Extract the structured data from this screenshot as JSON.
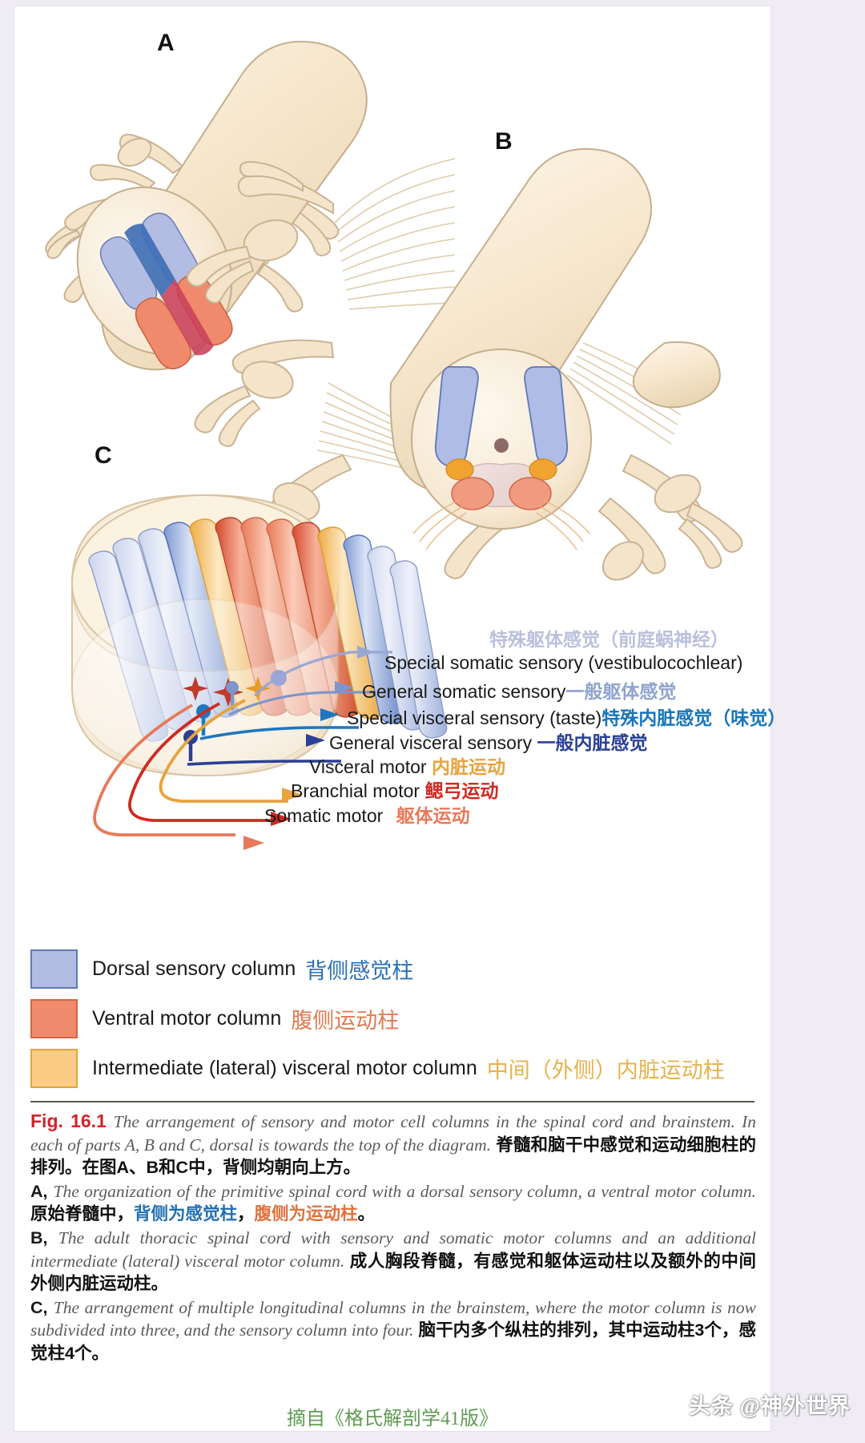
{
  "panels": [
    {
      "id": "A",
      "letter": "A"
    },
    {
      "id": "B",
      "letter": "B"
    },
    {
      "id": "C",
      "letter": "C"
    }
  ],
  "leader_labels": [
    {
      "cn_top": "特殊躯体感觉（前庭蜗神经）",
      "en": "Special somatic sensory (vestibulocochlear)",
      "cn": "",
      "color": "#9aa7d4",
      "arrow": "#9aa7d4"
    },
    {
      "cn_top": "",
      "en": "General somatic sensory",
      "cn": "一般躯体感觉",
      "color": "#7e95c9",
      "arrow": "#7e95c9"
    },
    {
      "cn_top": "",
      "en": "Special visceral sensory (taste)",
      "cn": "特殊内脏感觉（味觉）",
      "color": "#1976b8",
      "arrow": "#1f77bd"
    },
    {
      "cn_top": "",
      "en": "General visceral sensory",
      "cn": "一般内脏感觉",
      "color": "#2a3f96",
      "arrow": "#2a3f96"
    },
    {
      "cn_top": "",
      "en": "Visceral motor",
      "cn": "内脏运动",
      "color": "#e8a33d",
      "arrow": "#e8a33d"
    },
    {
      "cn_top": "",
      "en": "Branchial motor",
      "cn": "鳃弓运动",
      "color": "#cf2a22",
      "arrow": "#cf2a22"
    },
    {
      "cn_top": "",
      "en": "Somatic motor",
      "cn": "躯体运动",
      "color": "#e8795a",
      "arrow": "#e8795a"
    }
  ],
  "legend": [
    {
      "swatch": "#b3bde4",
      "border": "#5b79b8",
      "en": "Dorsal sensory column",
      "cn": "背侧感觉柱",
      "cn_color": "#2a6fb8"
    },
    {
      "swatch": "#ef8b6c",
      "border": "#d4643f",
      "en": "Ventral motor column",
      "cn": "腹侧运动柱",
      "cn_color": "#e07a4f"
    },
    {
      "swatch": "#fbcc85",
      "border": "#e0a63a",
      "en": "Intermediate (lateral) visceral motor column",
      "cn": "中间（外侧）内脏运动柱",
      "cn_color": "#e8b24a"
    }
  ],
  "caption": {
    "fig_number": "Fig. 16.1",
    "intro_en": "The arrangement of sensory and motor cell columns in the spinal cord and brainstem. In each of parts A, B and C, dorsal is towards the top of the diagram.",
    "intro_cn": "脊髓和脑干中感觉和运动细胞柱的排列。在图A、B和C中，背侧均朝向上方。",
    "a_label": "A,",
    "a_en": "The organization of the primitive spinal cord with a dorsal sensory column, a ventral motor column.",
    "a_cn_1": "原始脊髓中，",
    "a_cn_blue": "背侧为感觉柱",
    "a_cn_2": "，",
    "a_cn_orange": "腹侧为运动柱",
    "a_cn_3": "。",
    "b_label": "B,",
    "b_en": "The adult thoracic spinal cord with sensory and somatic motor columns and an additional intermediate (lateral) visceral motor column.",
    "b_cn": "成人胸段脊髓，有感觉和躯体运动柱以及额外的中间外侧内脏运动柱。",
    "c_label": "C,",
    "c_en": "The arrangement of multiple longitudinal columns in the brainstem, where the motor column is now subdivided into three, and the sensory column into four.",
    "c_cn": "脑干内多个纵柱的排列，其中运动柱3个，感觉柱4个。"
  },
  "source": "摘自《格氏解剖学41版》",
  "watermark": "头条 @神外世界",
  "colors": {
    "cord_fill": "#f6e7cf",
    "cord_light": "#fbf3e4",
    "cord_stroke": "#c9b393",
    "sensory_blue": "#b3bde4",
    "motor_orange": "#ef8b6c",
    "visceral_yellow": "#fbcc85",
    "deep_blue": "#3f6fb5",
    "accent_red": "#d1232a"
  }
}
